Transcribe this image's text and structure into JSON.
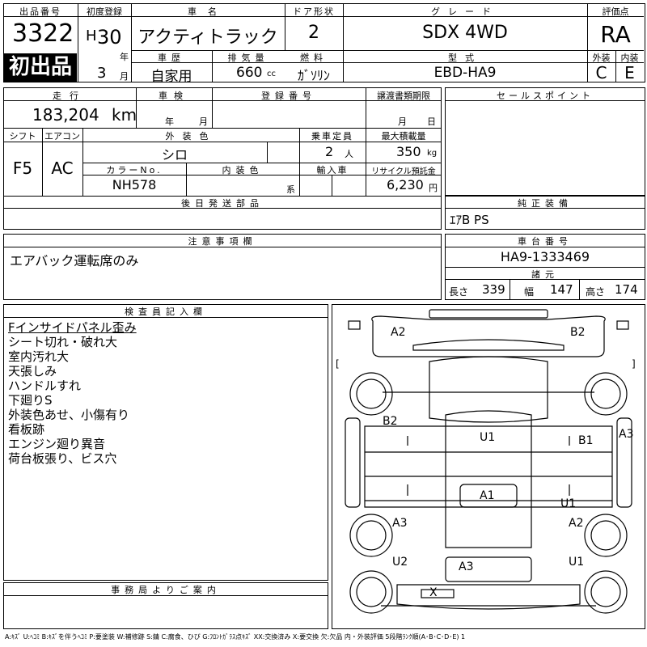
{
  "header": {
    "lot_label": "出品番号",
    "lot_number": "3322",
    "first_listing_badge": "初出品",
    "first_reg_label": "初度登録",
    "era_prefix": "H",
    "first_reg_year": "30",
    "year_unit": "年",
    "first_reg_month": "3",
    "month_unit": "月",
    "car_name_label": "車名",
    "car_name": "アクティトラック",
    "door_label": "ドア形状",
    "doors": "2",
    "grade_label": "グレード",
    "grade": "SDX 4WD",
    "score_label": "評価点",
    "score": "RA",
    "history_label": "車歴",
    "history": "自家用",
    "displacement_label": "排気量",
    "displacement": "660",
    "displacement_unit": "cc",
    "fuel_label": "燃料",
    "fuel": "ｶﾞｿﾘﾝ",
    "model_label": "型式",
    "model_code": "EBD-HA9",
    "exterior_grade_label": "外装",
    "exterior_grade": "C",
    "interior_grade_label": "内装",
    "interior_grade": "E"
  },
  "row2": {
    "mileage_label": "走行",
    "mileage": "183,204",
    "mileage_unit": "km",
    "inspection_label": "車検",
    "inspection_year_unit": "年",
    "inspection_month_unit": "月",
    "reg_no_label": "登録番号",
    "transfer_label": "譲渡書類期限",
    "transfer_month_unit": "月",
    "transfer_day_unit": "日",
    "sales_point_label": "セールスポイント"
  },
  "row3": {
    "shift_label": "シフト",
    "shift": "F5",
    "ac_label": "エアコン",
    "ac": "AC",
    "ext_color_label": "外装色",
    "ext_color": "シロ",
    "capacity_label": "乗車定員",
    "capacity": "2",
    "capacity_unit": "人",
    "max_load_label": "最大積載量",
    "max_load": "350",
    "max_load_unit": "kg",
    "color_no_label": "カラーNo.",
    "color_no": "NH578",
    "int_color_label": "内装色",
    "int_color_unit": "系",
    "import_label": "輸入車",
    "recycle_label": "リサイクル預託金",
    "recycle": "6,230",
    "recycle_unit": "円"
  },
  "row4": {
    "later_parts_label": "後日発送部品",
    "genuine_equipment_label": "純正装備",
    "genuine_equipment": "ｴｱB PS"
  },
  "row5": {
    "caution_label": "注意事項欄",
    "caution_text": "エアバック運転席のみ",
    "chassis_label": "車台番号",
    "chassis_number": "HA9-1333469",
    "dims_label": "諸元",
    "length_label": "長さ",
    "length": "339",
    "width_label": "幅",
    "width": "147",
    "height_label": "高さ",
    "height": "174"
  },
  "inspector": {
    "label": "検査員記入欄",
    "notes": [
      "Fインサイドパネル歪み",
      "シート切れ・破れ大",
      "室内汚れ大",
      "天張しみ",
      "ハンドルすれ",
      "下廻りS",
      "外装色あせ、小傷有り",
      "看板跡",
      "エンジン廻り異音",
      "荷台板張り、ビス穴"
    ]
  },
  "office": {
    "label": "事務局よりご案内"
  },
  "diagram": {
    "marks": [
      "A2",
      "B2",
      "B2",
      "B1",
      "A3",
      "U1",
      "A1",
      "U1",
      "A3",
      "A2",
      "U2",
      "U1",
      "A3",
      "X"
    ],
    "bracket_left": "[",
    "bracket_right": "]"
  },
  "legend": "A:ｷｽﾞ U:ﾍｺﾐ B:ｷｽﾞを伴うﾍｺﾐ P:要塗装 W:補修跡 S:錆 C:腐食、ひび G:ﾌﾛﾝﾄｶﾞﾗｽ点ｷｽﾞ XX:交換済み X:要交換 欠:欠品 内・外装評価 5段階ﾗﾝｸ順(A･B･C･D･E) 1"
}
